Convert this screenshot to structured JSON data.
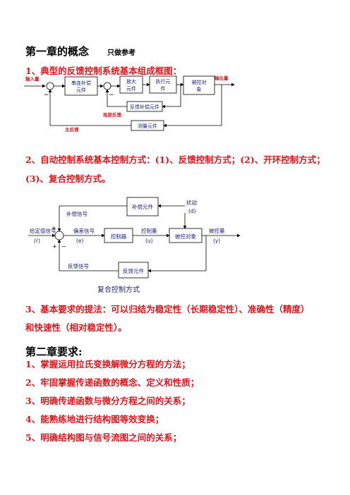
{
  "chapter1": {
    "title": "第一章的概念",
    "note": "只做参考",
    "item1": "1、典型的反馈控制系统基本组成框图：",
    "diagram1": {
      "input": "输入量",
      "output": "输出量",
      "series_comp": [
        "串连补偿",
        "元件"
      ],
      "amplifier": [
        "放大",
        "元件"
      ],
      "actuator": [
        "执行元",
        "件"
      ],
      "plant": [
        "被控对",
        "象"
      ],
      "feedback_comp": "反馈补偿元件",
      "local_fb": "局部反馈",
      "measure": "测量元件",
      "main_fb": "主反馈",
      "minus": "−"
    },
    "item2_line1": "2、自动控制系统基本控制方式：(1)、反馈控制方式；(2)、开环控制方式；",
    "item2_line2": "(3)、复合控制方式。",
    "diagram2": {
      "comp_elem": "补偿元件",
      "comp_sig": "补偿信号",
      "disturb": "扰动",
      "disturb_sym": "(d)",
      "given": "给定值信号",
      "given_sym": "(r)",
      "error": "偏差信号",
      "error_sym": "(e)",
      "controller": "控制器",
      "ctrl_var": "控制量",
      "ctrl_sym": "(u)",
      "plant": "被控对象",
      "controlled": "被控量",
      "controlled_sym": "(y)",
      "fb_sig": "反馈信号",
      "fb_elem": "反馈元件",
      "caption": "复合控制方式",
      "plus": "+",
      "minus": "−"
    },
    "item3_line1": "3、基本要求的提法：可以归结为稳定性（长期稳定性）、准确性（精度）",
    "item3_line2": "和快速性（相对稳定性）。"
  },
  "chapter2": {
    "title": "第二章要求:",
    "items": [
      "1、掌握运用拉氏变换解微分方程的方法；",
      "2、牢固掌握传递函数的概念、定义和性质；",
      "3、明确传递函数与微分方程之间的关系；",
      "4、能熟练地进行结构图等效变换；",
      "5、明确结构图与信号流图之间的关系；"
    ]
  },
  "colors": {
    "heading_red": "#e0151b",
    "diagram_blue": "#1a237e"
  }
}
